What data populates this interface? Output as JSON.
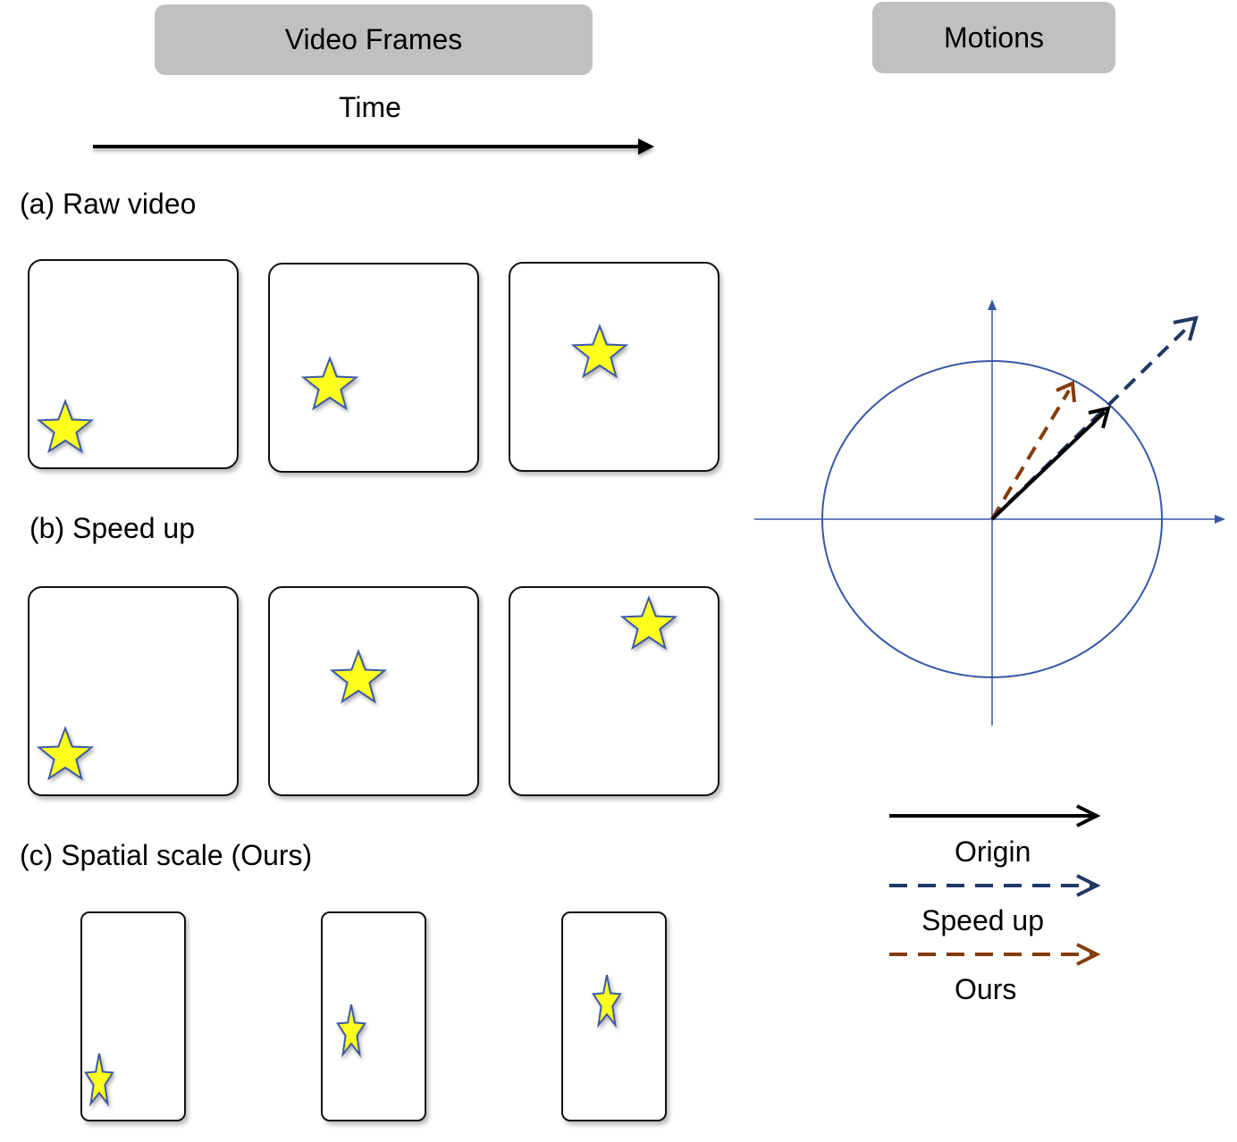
{
  "headers": {
    "video_frames": "Video Frames",
    "motions": "Motions"
  },
  "time_label": "Time",
  "rows": {
    "raw": {
      "label": "(a)  Raw video"
    },
    "speed": {
      "label": "(b) Speed up"
    },
    "spatial": {
      "label": "(c) Spatial scale (Ours)"
    }
  },
  "legend": {
    "origin": "Origin",
    "speed_up": "Speed up",
    "ours": "Ours"
  },
  "colors": {
    "header_bg": "#c0c0c0",
    "star_fill": "#ffff1e",
    "star_stroke": "#3b5aa6",
    "axis": "#3658a6",
    "origin": "#000000",
    "speed_up": "#1f3864",
    "ours": "#843c0c"
  },
  "icons": {
    "frame_object": "star-icon"
  }
}
